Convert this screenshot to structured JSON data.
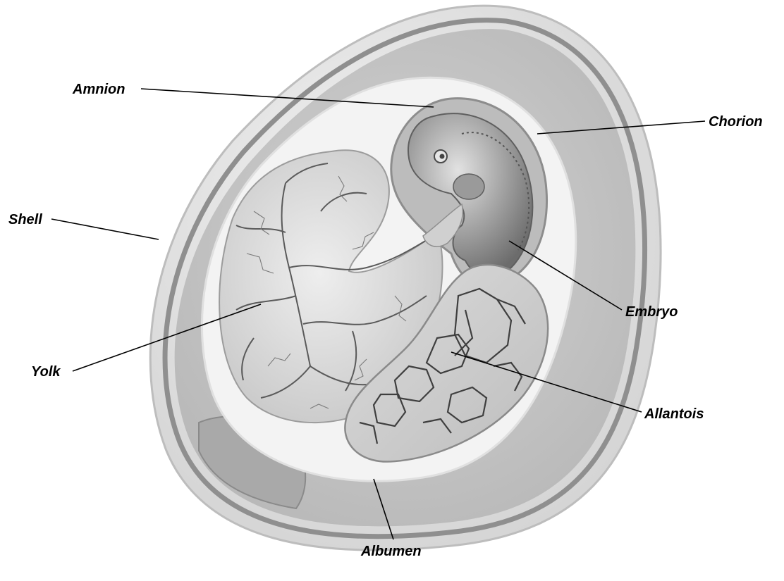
{
  "labels": {
    "amnion": "Amnion",
    "chorion": "Chorion",
    "shell": "Shell",
    "embryo": "Embryo",
    "yolk": "Yolk",
    "allantois": "Allantois",
    "albumen": "Albumen"
  },
  "colors": {
    "background": "#ffffff",
    "shell_outer": "#e6e6e6",
    "shell_ring": "#9c9c9c",
    "albumen": "#c6c6c6",
    "chorion_membrane": "#f1f1f1",
    "yolk": "#d9d9d9",
    "vessels": "#5a5a5a",
    "embryo": "#8a8a8a"
  }
}
